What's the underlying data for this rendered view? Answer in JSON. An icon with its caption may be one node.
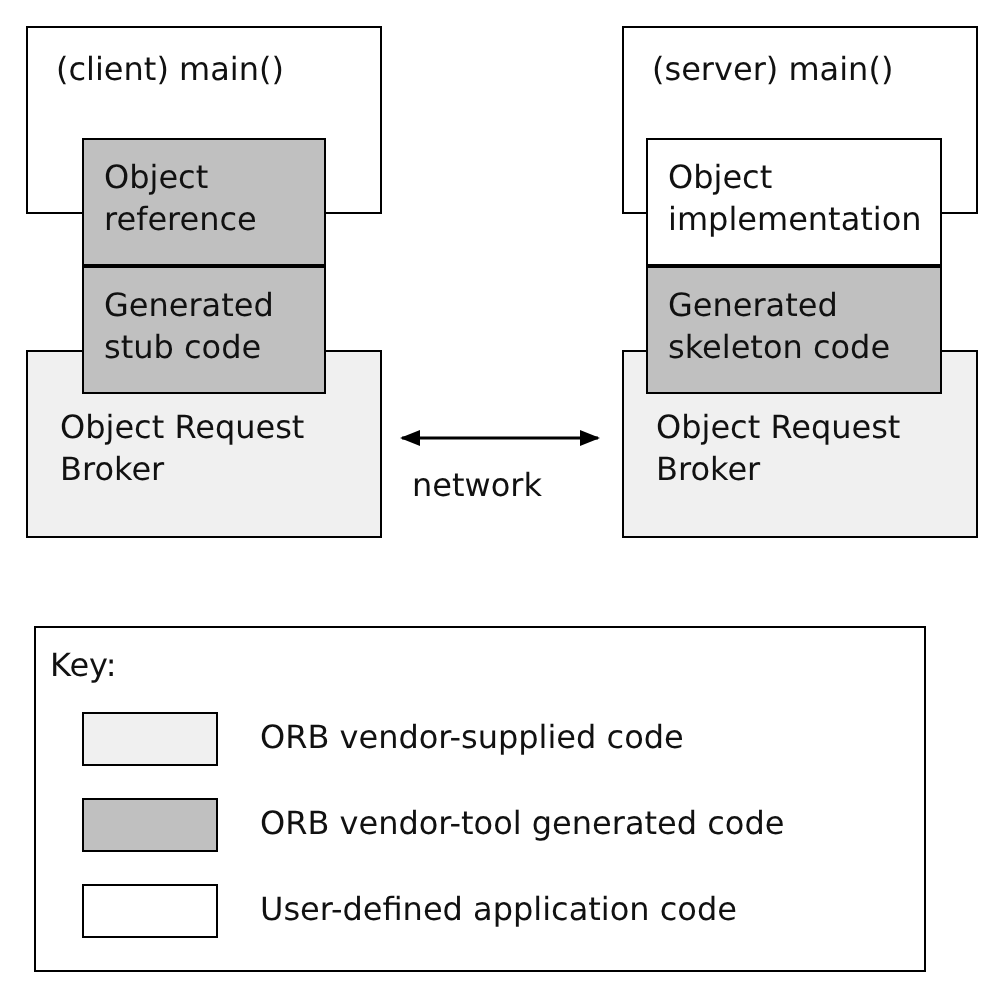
{
  "diagram": {
    "nodes": [
      {
        "text": [
          "(client)  main()"
        ]
      },
      {
        "text": [
          "Object reference"
        ]
      },
      {
        "text": [
          "Generated stub code"
        ]
      },
      {
        "text": [
          "Object Request Broker"
        ]
      },
      {
        "text": [
          "(server)  main()"
        ]
      },
      {
        "text": [
          "Object implementation"
        ]
      },
      {
        "text": [
          "Generated skeleton code"
        ]
      },
      {
        "text": [
          "Object Request Broker"
        ]
      }
    ],
    "edges": [
      {
        "from": 3,
        "to": 7,
        "arrow": "both",
        "label": "network"
      }
    ],
    "labels": [
      "Key:"
    ],
    "legend": [
      {
        "text": "ORB vendor-supplied code",
        "color": "#f0f0f0"
      },
      {
        "text": "ORB vendor-tool generated code",
        "color": "#c0c0c0"
      },
      {
        "text": "User-defined application code",
        "color": "#ffffff"
      }
    ]
  }
}
